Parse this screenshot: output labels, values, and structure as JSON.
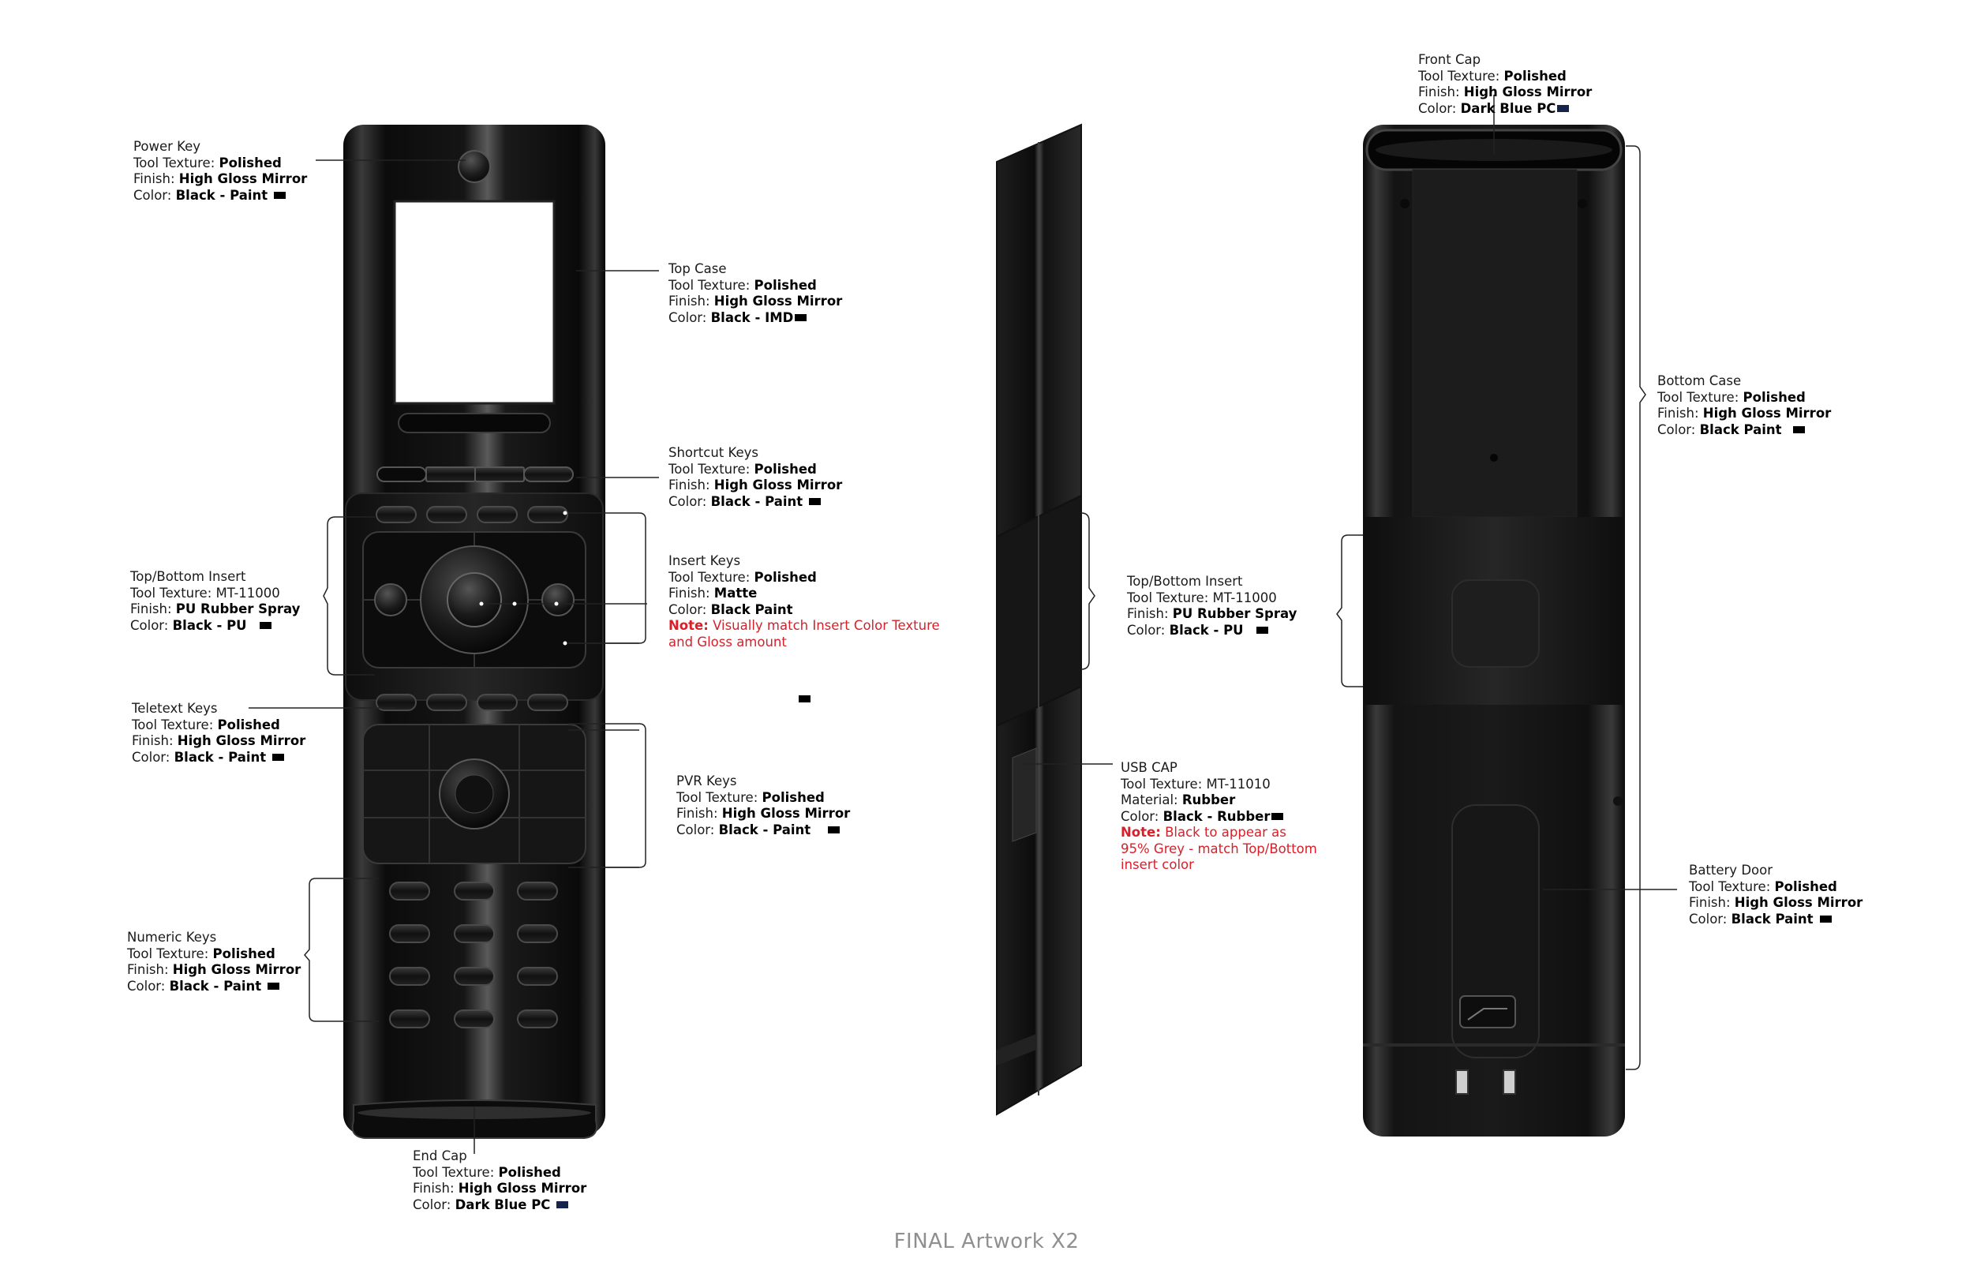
{
  "caption": "FINAL Artwork X2",
  "colors": {
    "black": "#000000",
    "dark_blue_pc": "#16234a",
    "note_red": "#d8202a",
    "caption_grey": "#8f8f8f"
  },
  "callouts": {
    "power_key": {
      "name": "Power Key",
      "texture_label": "Tool Texture:",
      "texture": "Polished",
      "finish_label": "Finish:",
      "finish": "High Gloss Mirror",
      "color_label": "Color:",
      "color": "Black - Paint"
    },
    "top_case": {
      "name": "Top Case",
      "texture_label": "Tool Texture:",
      "texture": "Polished",
      "finish_label": "Finish:",
      "finish": "High Gloss Mirror",
      "color_label": "Color:",
      "color": "Black - IMD"
    },
    "shortcut_keys": {
      "name": "Shortcut Keys",
      "texture_label": "Tool Texture:",
      "texture": "Polished",
      "finish_label": "Finish:",
      "finish": "High Gloss Mirror",
      "color_label": "Color:",
      "color": "Black - Paint"
    },
    "insert_keys": {
      "name": "Insert Keys",
      "texture_label": "Tool Texture:",
      "texture": "Polished",
      "finish_label": "Finish:",
      "finish": "Matte",
      "color_label": "Color:",
      "color": "Black Paint",
      "note_label": "Note:",
      "note_1": "Visually match Insert Color Texture",
      "note_2": "and Gloss amount"
    },
    "insert_front": {
      "name": "Top/Bottom Insert",
      "texture_label": "Tool Texture:",
      "texture_plain": "MT-11000",
      "finish_label": "Finish:",
      "finish": "PU Rubber Spray",
      "color_label": "Color:",
      "color": "Black - PU"
    },
    "teletext_keys": {
      "name": "Teletext Keys",
      "texture_label": "Tool Texture:",
      "texture": "Polished",
      "finish_label": "Finish:",
      "finish": "High Gloss Mirror",
      "color_label": "Color:",
      "color": "Black - Paint"
    },
    "pvr_keys": {
      "name": "PVR Keys",
      "texture_label": "Tool Texture:",
      "texture": "Polished",
      "finish_label": "Finish:",
      "finish": "High Gloss Mirror",
      "color_label": "Color:",
      "color": "Black - Paint"
    },
    "numeric_keys": {
      "name": "Numeric Keys",
      "texture_label": "Tool Texture:",
      "texture": "Polished",
      "finish_label": "Finish:",
      "finish": "High Gloss Mirror",
      "color_label": "Color:",
      "color": "Black - Paint"
    },
    "end_cap": {
      "name": "End Cap",
      "texture_label": "Tool Texture:",
      "texture": "Polished",
      "finish_label": "Finish:",
      "finish": "High Gloss Mirror",
      "color_label": "Color:",
      "color": "Dark Blue PC"
    },
    "insert_side": {
      "name": "Top/Bottom Insert",
      "texture_label": "Tool Texture:",
      "texture_plain": "MT-11000",
      "finish_label": "Finish:",
      "finish": "PU Rubber Spray",
      "color_label": "Color:",
      "color": "Black - PU"
    },
    "usb_cap": {
      "name": "USB CAP",
      "texture_label": "Tool Texture:",
      "texture_plain": "MT-11010",
      "material_label": "Material:",
      "material": "Rubber",
      "color_label": "Color:",
      "color": "Black - Rubber",
      "note_label": "Note:",
      "note_1": "Black to appear as",
      "note_2": "95% Grey - match Top/Bottom",
      "note_3": "insert color"
    },
    "front_cap": {
      "name": "Front Cap",
      "texture_label": "Tool Texture:",
      "texture": "Polished",
      "finish_label": "Finish:",
      "finish": "High Gloss Mirror",
      "color_label": "Color:",
      "color": "Dark Blue PC"
    },
    "bottom_case": {
      "name": "Bottom Case",
      "texture_label": "Tool Texture:",
      "texture": "Polished",
      "finish_label": "Finish:",
      "finish": "High Gloss Mirror",
      "color_label": "Color:",
      "color": "Black Paint"
    },
    "insert_back": {
      "name": "Top/Bottom Insert",
      "texture_label": "Tool Texture:",
      "texture_plain": "MT-11000",
      "finish_label": "Finish:",
      "finish": "PU Rubber Spray",
      "color_label": "Color:",
      "color": "Black - PU"
    },
    "battery_door": {
      "name": "Battery Door",
      "texture_label": "Tool Texture:",
      "texture": "Polished",
      "finish_label": "Finish:",
      "finish": "High Gloss Mirror",
      "color_label": "Color:",
      "color": "Black Paint"
    }
  }
}
